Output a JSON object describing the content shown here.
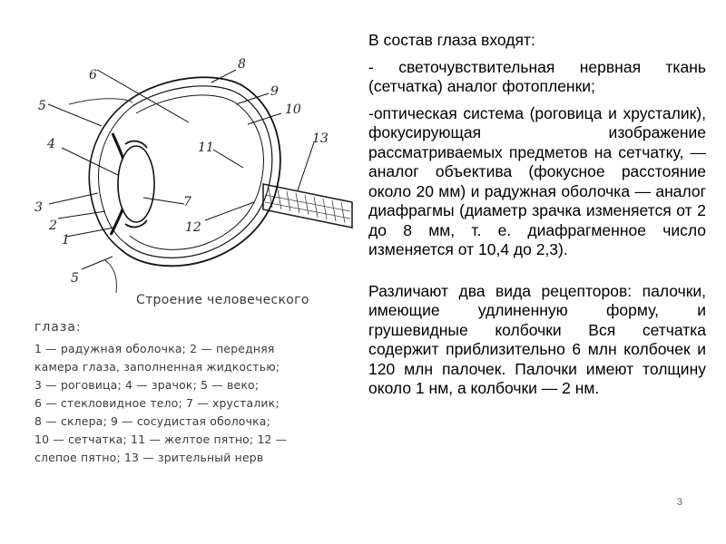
{
  "figure": {
    "numbers": [
      "1",
      "2",
      "3",
      "4",
      "5",
      "5",
      "6",
      "7",
      "8",
      "9",
      "10",
      "11",
      "12",
      "13"
    ],
    "caption_title_1": "Строение человеческого",
    "caption_title_2": "глаза:",
    "legend_lines": [
      "1 — радужная оболочка; 2 — передняя",
      "камера глаза, заполненная жидкостью;",
      "3 — роговица; 4 — зрачок; 5 — веко;",
      "6 — стекловидное тело; 7 — хрусталик;",
      "8 — склера; 9 — сосудистая оболочка;",
      "10 — сетчатка; 11 — желтое пятно; 12 —",
      "слепое пятно; 13 — зрительный нерв"
    ]
  },
  "text": {
    "intro": "В состав глаза входят:",
    "item1": "- светочувствительная нервная ткань (сетчатка) аналог фотопленки;",
    "item2": "-оптическая система (роговица и хрусталик), фокусирующая изображение рассматриваемых предметов на сетчатку, — аналог объектива (фокусное расстояние около 20 мм) и радужная оболочка — аналог диафрагмы (диаметр зрачка изменяется от 2 до 8 мм, т. е. диафрагменное число изменяется от 10,4 до 2,3).",
    "receptors": "Различают два вида рецепторов: палочки, имеющие удлиненную форму, и грушевидные колбочки Вся сетчатка содержит приблизительно 6 млн колбочек и 120 млн палочек. Палочки имеют толщину около 1 нм, а колбочки — 2 нм."
  },
  "page_number": "3"
}
